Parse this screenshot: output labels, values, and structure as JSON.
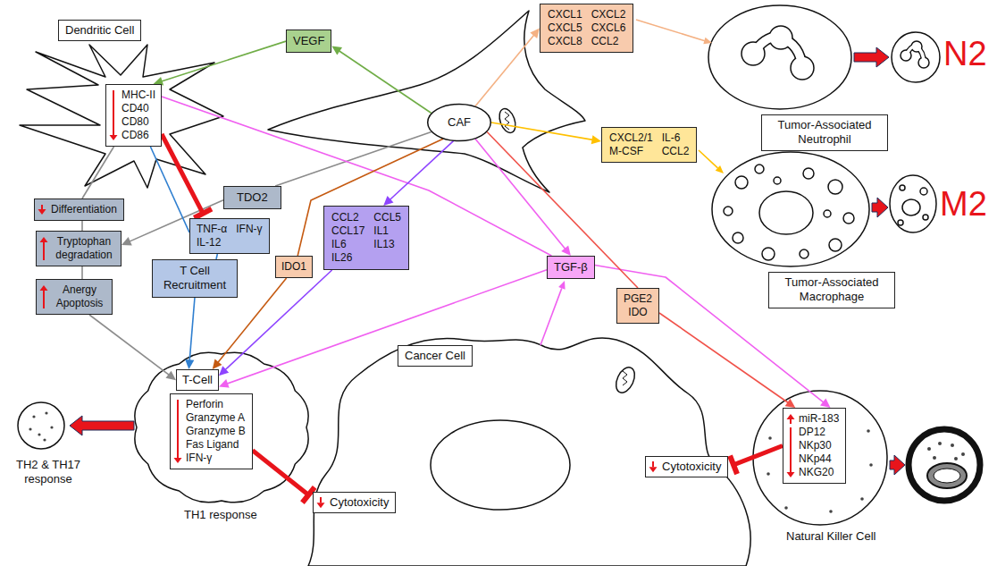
{
  "diagram": {
    "nodes": [
      {
        "text": [
          "Dendritic Cell"
        ]
      },
      {
        "text": [
          "MHC-II",
          "CD40",
          "CD80",
          "CD86"
        ]
      },
      {
        "text": [
          "VEGF"
        ]
      },
      {
        "text": [
          "CAF"
        ]
      },
      {
        "text": [
          "CXCL1",
          "CXCL2",
          "CXCL5",
          "CXCL6",
          "CXCL8",
          "CCL2"
        ]
      },
      {
        "text": [
          "Tumor-Associated Neutrophil"
        ]
      },
      {
        "text": [
          "CXCL2/1",
          "IL-6",
          "M-CSF",
          "CCL2"
        ]
      },
      {
        "text": [
          "TDO2"
        ]
      },
      {
        "text": [
          "Differentiation"
        ]
      },
      {
        "text": [
          "TNF-α",
          "IFN-γ",
          "IL-12"
        ]
      },
      {
        "text": [
          "CCL2",
          "CCL5",
          "CCL17",
          "IL1",
          "IL6",
          "IL13",
          "IL26"
        ]
      },
      {
        "text": [
          "TGF-β"
        ]
      },
      {
        "text": [
          "Tryptophan degradation"
        ]
      },
      {
        "text": [
          "T Cell Recruitment"
        ]
      },
      {
        "text": [
          "IDO1"
        ]
      },
      {
        "text": [
          "PGE2",
          "IDO"
        ]
      },
      {
        "text": [
          "Tumor-Associated Macrophage"
        ]
      },
      {
        "text": [
          "Anergy Apoptosis"
        ]
      },
      {
        "text": [
          "Cancer Cell"
        ]
      },
      {
        "text": [
          "T-Cell"
        ]
      },
      {
        "text": [
          "Perforin",
          "Granzyme A",
          "Granzyme B",
          "Fas Ligand",
          "IFN-γ"
        ]
      },
      {
        "text": [
          "miR-183",
          "DP12",
          "NKp30",
          "NKp44",
          "NKG20"
        ]
      },
      {
        "text": [
          "Cytotoxicity"
        ]
      },
      {
        "text": [
          "Cytotoxicity"
        ]
      }
    ],
    "edges": [
      {
        "from": 3,
        "to": 2,
        "arrow": "to"
      },
      {
        "from": 2,
        "to": 1,
        "arrow": "to"
      },
      {
        "from": 3,
        "to": 4,
        "arrow": "to"
      },
      {
        "from": 3,
        "to": 6,
        "arrow": "to"
      },
      {
        "from": 3,
        "to": 7,
        "arrow": "none"
      },
      {
        "from": 7,
        "to": 12,
        "arrow": "to"
      },
      {
        "from": 1,
        "to": 8,
        "arrow": "none"
      },
      {
        "from": 8,
        "to": 12,
        "arrow": "none"
      },
      {
        "from": 12,
        "to": 17,
        "arrow": "none"
      },
      {
        "from": 17,
        "to": 19,
        "arrow": "to"
      },
      {
        "from": 1,
        "to": 9,
        "arrow": "none"
      },
      {
        "from": 1,
        "to": 9,
        "arrow": "to"
      },
      {
        "from": 9,
        "to": 13,
        "arrow": "none"
      },
      {
        "from": 13,
        "to": 19,
        "arrow": "to"
      },
      {
        "from": 1,
        "to": 11,
        "arrow": "none"
      },
      {
        "from": 3,
        "to": 14,
        "arrow": "none"
      },
      {
        "from": 14,
        "to": 19,
        "arrow": "to"
      },
      {
        "from": 3,
        "to": 10,
        "arrow": "to"
      },
      {
        "from": 10,
        "to": 19,
        "arrow": "to"
      },
      {
        "from": 3,
        "to": 11,
        "arrow": "to"
      },
      {
        "from": 11,
        "to": 19,
        "arrow": "to"
      },
      {
        "from": 11,
        "to": 21,
        "arrow": "to"
      },
      {
        "from": 3,
        "to": 15,
        "arrow": "none"
      },
      {
        "from": 15,
        "to": 21,
        "arrow": "to"
      },
      {
        "from": 20,
        "to": 23,
        "arrow": "to"
      },
      {
        "from": 21,
        "to": 22,
        "arrow": "to"
      }
    ],
    "labels": [
      "N2",
      "M2",
      "TH2 & TH17 response",
      "TH1 response",
      "Natural Killer Cell"
    ]
  }
}
